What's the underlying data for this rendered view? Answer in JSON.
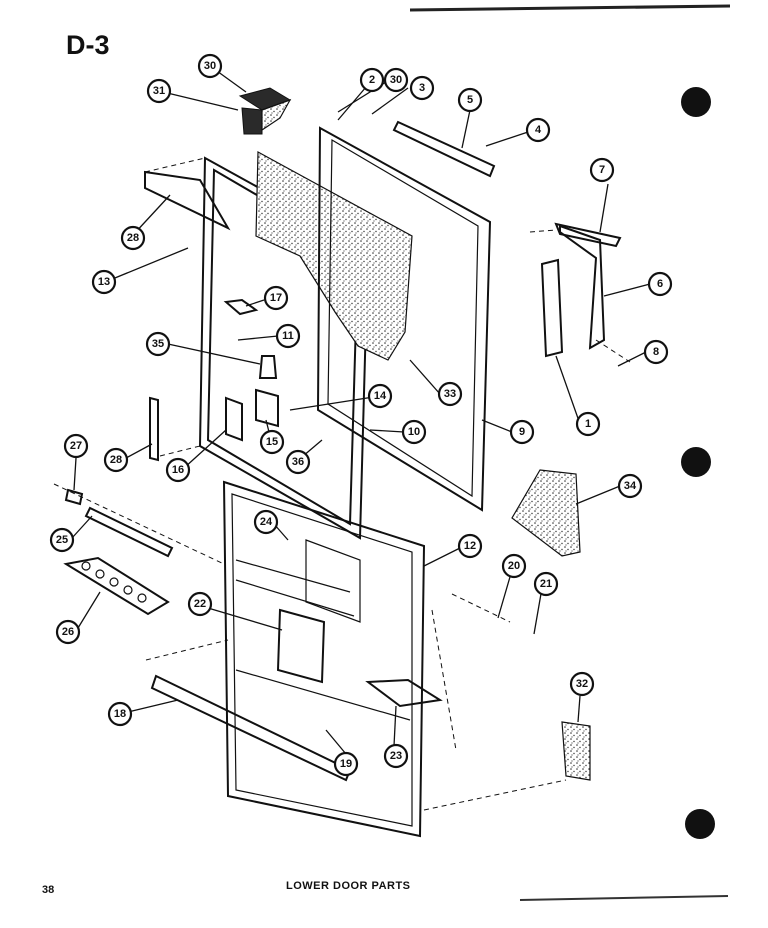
{
  "section_code": "D-3",
  "page_number": "38",
  "caption": "LOWER DOOR PARTS",
  "callouts": [
    {
      "id": "c1",
      "label": "1"
    },
    {
      "id": "c2",
      "label": "2"
    },
    {
      "id": "c3",
      "label": "3"
    },
    {
      "id": "c4",
      "label": "4"
    },
    {
      "id": "c5",
      "label": "5"
    },
    {
      "id": "c6",
      "label": "6"
    },
    {
      "id": "c7",
      "label": "7"
    },
    {
      "id": "c8",
      "label": "8"
    },
    {
      "id": "c9",
      "label": "9"
    },
    {
      "id": "c10",
      "label": "10"
    },
    {
      "id": "c11",
      "label": "11"
    },
    {
      "id": "c12",
      "label": "12"
    },
    {
      "id": "c13",
      "label": "13"
    },
    {
      "id": "c14",
      "label": "14"
    },
    {
      "id": "c15",
      "label": "15"
    },
    {
      "id": "c16",
      "label": "16"
    },
    {
      "id": "c17",
      "label": "17"
    },
    {
      "id": "c18",
      "label": "18"
    },
    {
      "id": "c19",
      "label": "19"
    },
    {
      "id": "c20",
      "label": "20"
    },
    {
      "id": "c21",
      "label": "21"
    },
    {
      "id": "c22",
      "label": "22"
    },
    {
      "id": "c23",
      "label": "23"
    },
    {
      "id": "c24",
      "label": "24"
    },
    {
      "id": "c25",
      "label": "25"
    },
    {
      "id": "c26",
      "label": "26"
    },
    {
      "id": "c27",
      "label": "27"
    },
    {
      "id": "c28a",
      "label": "28"
    },
    {
      "id": "c28b",
      "label": "28"
    },
    {
      "id": "c30a",
      "label": "30"
    },
    {
      "id": "c30b",
      "label": "30"
    },
    {
      "id": "c31",
      "label": "31"
    },
    {
      "id": "c32",
      "label": "32"
    },
    {
      "id": "c33",
      "label": "33"
    },
    {
      "id": "c34",
      "label": "34"
    },
    {
      "id": "c35",
      "label": "35"
    },
    {
      "id": "c36",
      "label": "36"
    }
  ]
}
